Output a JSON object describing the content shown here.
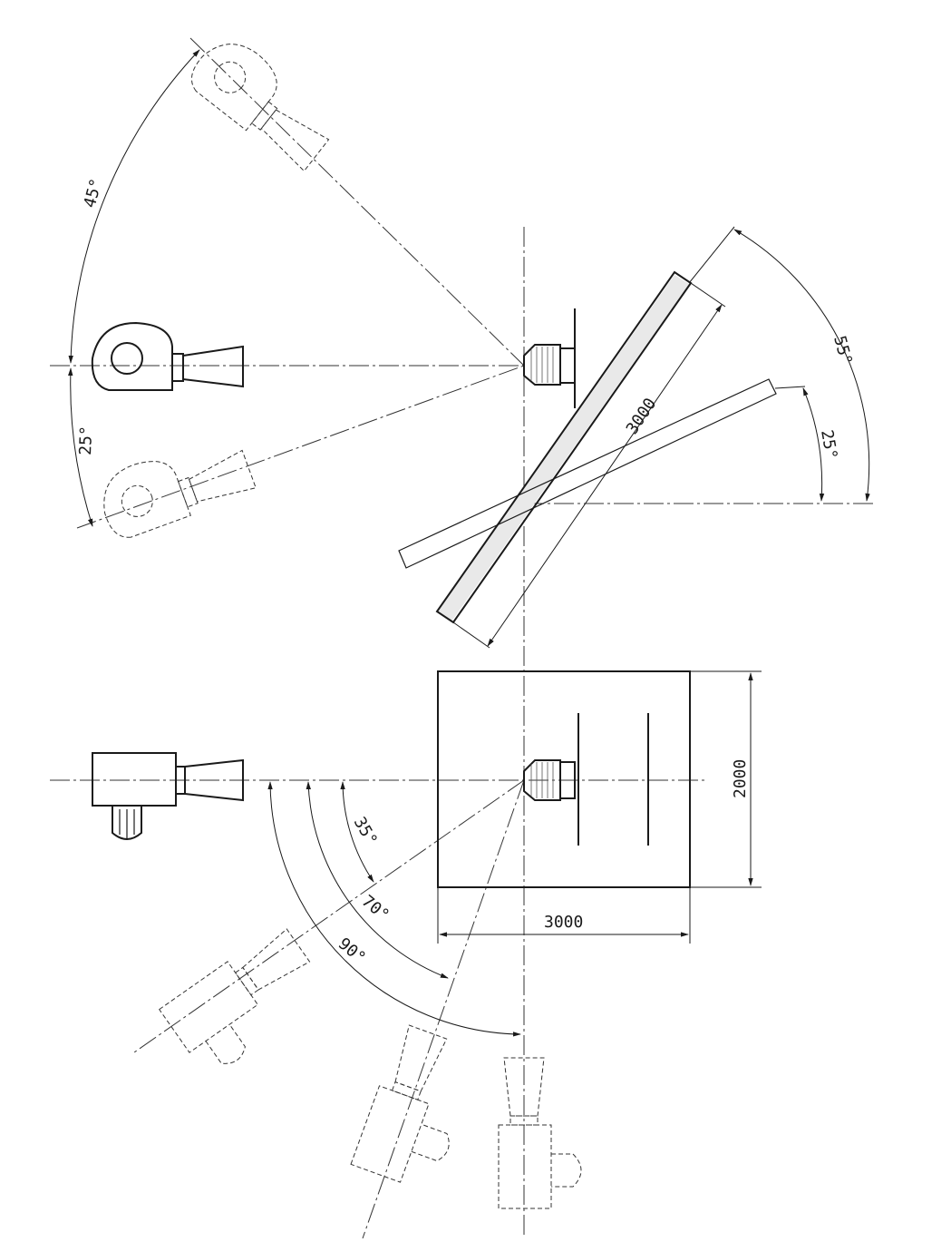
{
  "labels": {
    "top_angle_45": "45°",
    "top_angle_25_left": "25°",
    "top_angle_55": "55°",
    "top_angle_25_right": "25°",
    "top_length": "3000",
    "bottom_width": "3000",
    "bottom_height": "2000",
    "bottom_angle_35": "35°",
    "bottom_angle_70": "70°",
    "bottom_angle_90": "90°"
  },
  "colors": {
    "line": "#1a1a1a",
    "ghost": "#333333",
    "paper": "#ffffff"
  }
}
